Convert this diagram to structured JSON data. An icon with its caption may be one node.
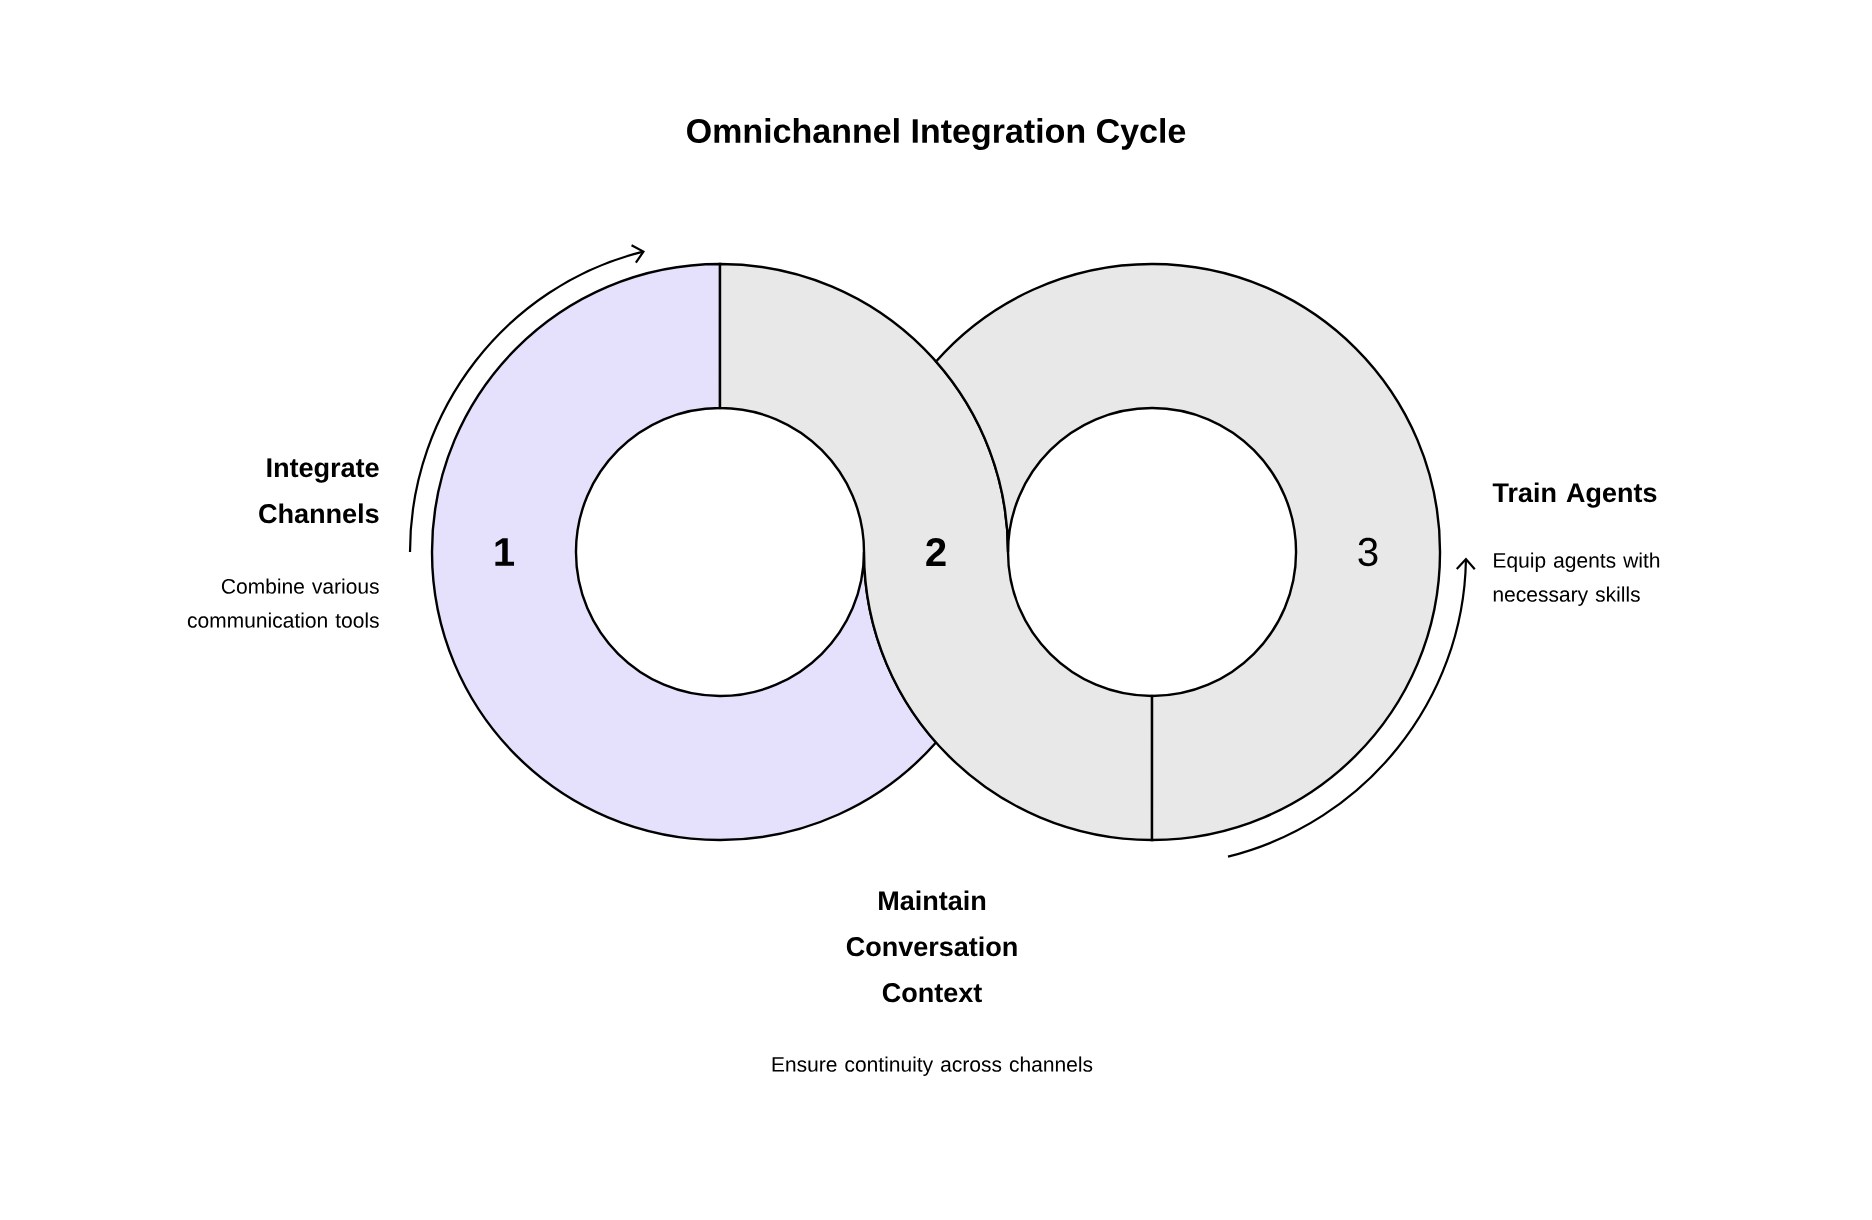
{
  "diagram": {
    "title": "Omnichannel Integration Cycle",
    "nodes": [
      {
        "text": [
          "1"
        ],
        "beside": [
          "Integrate Channels",
          "Combine various communication tools"
        ]
      },
      {
        "text": [
          "2"
        ],
        "beside": [
          "Maintain Conversation Context",
          "Ensure continuity across channels"
        ]
      },
      {
        "text": [
          "3"
        ],
        "beside": [
          "Train Agents",
          "Equip agents with necessary skills"
        ]
      }
    ]
  }
}
